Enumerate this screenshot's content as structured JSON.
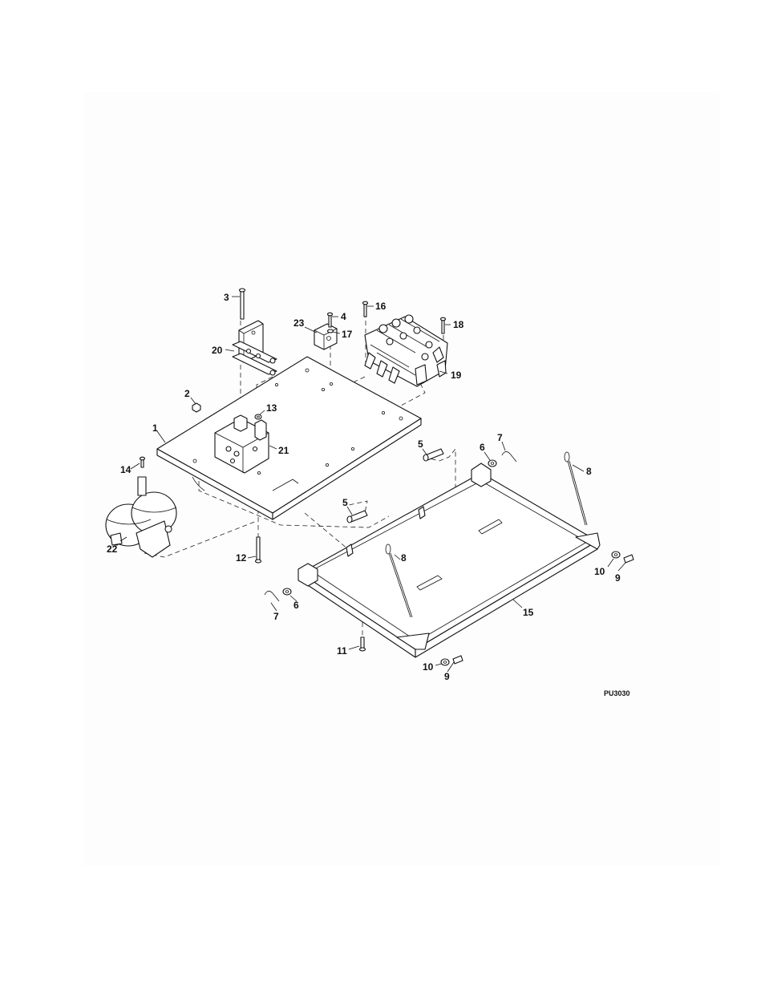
{
  "figure_id": "PU3030",
  "callouts": [
    {
      "id": "c3",
      "text": "3"
    },
    {
      "id": "c4",
      "text": "4"
    },
    {
      "id": "c16",
      "text": "16"
    },
    {
      "id": "c23",
      "text": "23"
    },
    {
      "id": "c17",
      "text": "17"
    },
    {
      "id": "c18",
      "text": "18"
    },
    {
      "id": "c20",
      "text": "20"
    },
    {
      "id": "c19",
      "text": "19"
    },
    {
      "id": "c2",
      "text": "2"
    },
    {
      "id": "c13",
      "text": "13"
    },
    {
      "id": "c1",
      "text": "1"
    },
    {
      "id": "c21",
      "text": "21"
    },
    {
      "id": "c5a",
      "text": "5"
    },
    {
      "id": "c6a",
      "text": "6"
    },
    {
      "id": "c7a",
      "text": "7"
    },
    {
      "id": "c14",
      "text": "14"
    },
    {
      "id": "c8a",
      "text": "8"
    },
    {
      "id": "c5b",
      "text": "5"
    },
    {
      "id": "c22",
      "text": "22"
    },
    {
      "id": "c12",
      "text": "12"
    },
    {
      "id": "c8b",
      "text": "8"
    },
    {
      "id": "c10a",
      "text": "10"
    },
    {
      "id": "c9a",
      "text": "9"
    },
    {
      "id": "c6b",
      "text": "6"
    },
    {
      "id": "c7b",
      "text": "7"
    },
    {
      "id": "c15",
      "text": "15"
    },
    {
      "id": "c11",
      "text": "11"
    },
    {
      "id": "c10b",
      "text": "10"
    },
    {
      "id": "c9b",
      "text": "9"
    }
  ]
}
